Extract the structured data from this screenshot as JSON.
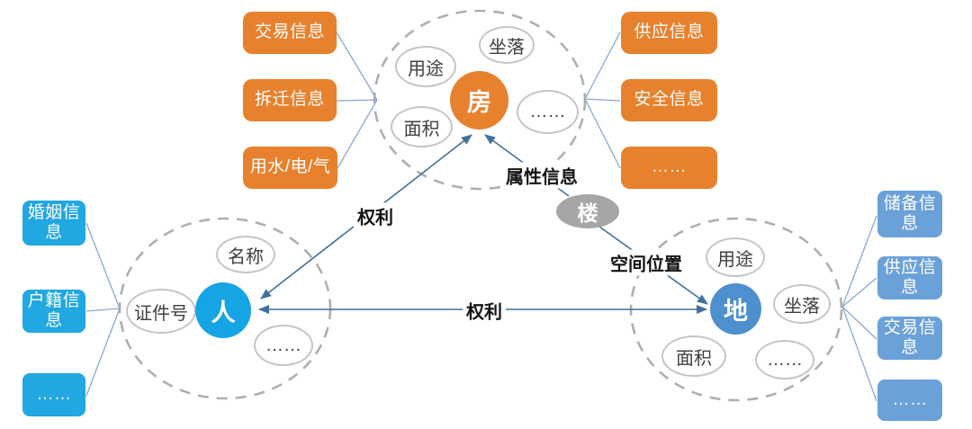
{
  "diagram": {
    "type": "entity-relationship diagram (real-estate knowledge graph: person / house / land / building)"
  },
  "colors": {
    "house_orange": "#E8812D",
    "person_bright_blue": "#21A7E2",
    "land_medium_blue": "#4E8FCE",
    "land_box_light_blue": "#6BA1D9",
    "building_gray": "#A6A6A6",
    "connector_blue": "#8AA7CE",
    "arrow_blue": "#41719C",
    "dashed_circle_gray": "#AFAFAF"
  },
  "house": {
    "entity": "房",
    "attributes": [
      "用途",
      "坐落",
      "面积",
      "……"
    ],
    "left_info": [
      "交易信息",
      "拆迁信息",
      "用水/电/气"
    ],
    "right_info": [
      "供应信息",
      "安全信息",
      "……"
    ]
  },
  "person": {
    "entity": "人",
    "attributes": [
      "名称",
      "证件号",
      "……"
    ],
    "left_info": [
      "婚姻信息",
      "户籍信息",
      "……"
    ]
  },
  "land": {
    "entity": "地",
    "attributes": [
      "用途",
      "坐落",
      "面积",
      "……"
    ],
    "right_info": [
      "储备信息",
      "供应信息",
      "交易信息",
      "……"
    ]
  },
  "building": {
    "entity": "楼"
  },
  "relations": {
    "person_house": "权利",
    "person_land": "权利",
    "building_house": "属性信息",
    "building_land": "空间位置"
  }
}
